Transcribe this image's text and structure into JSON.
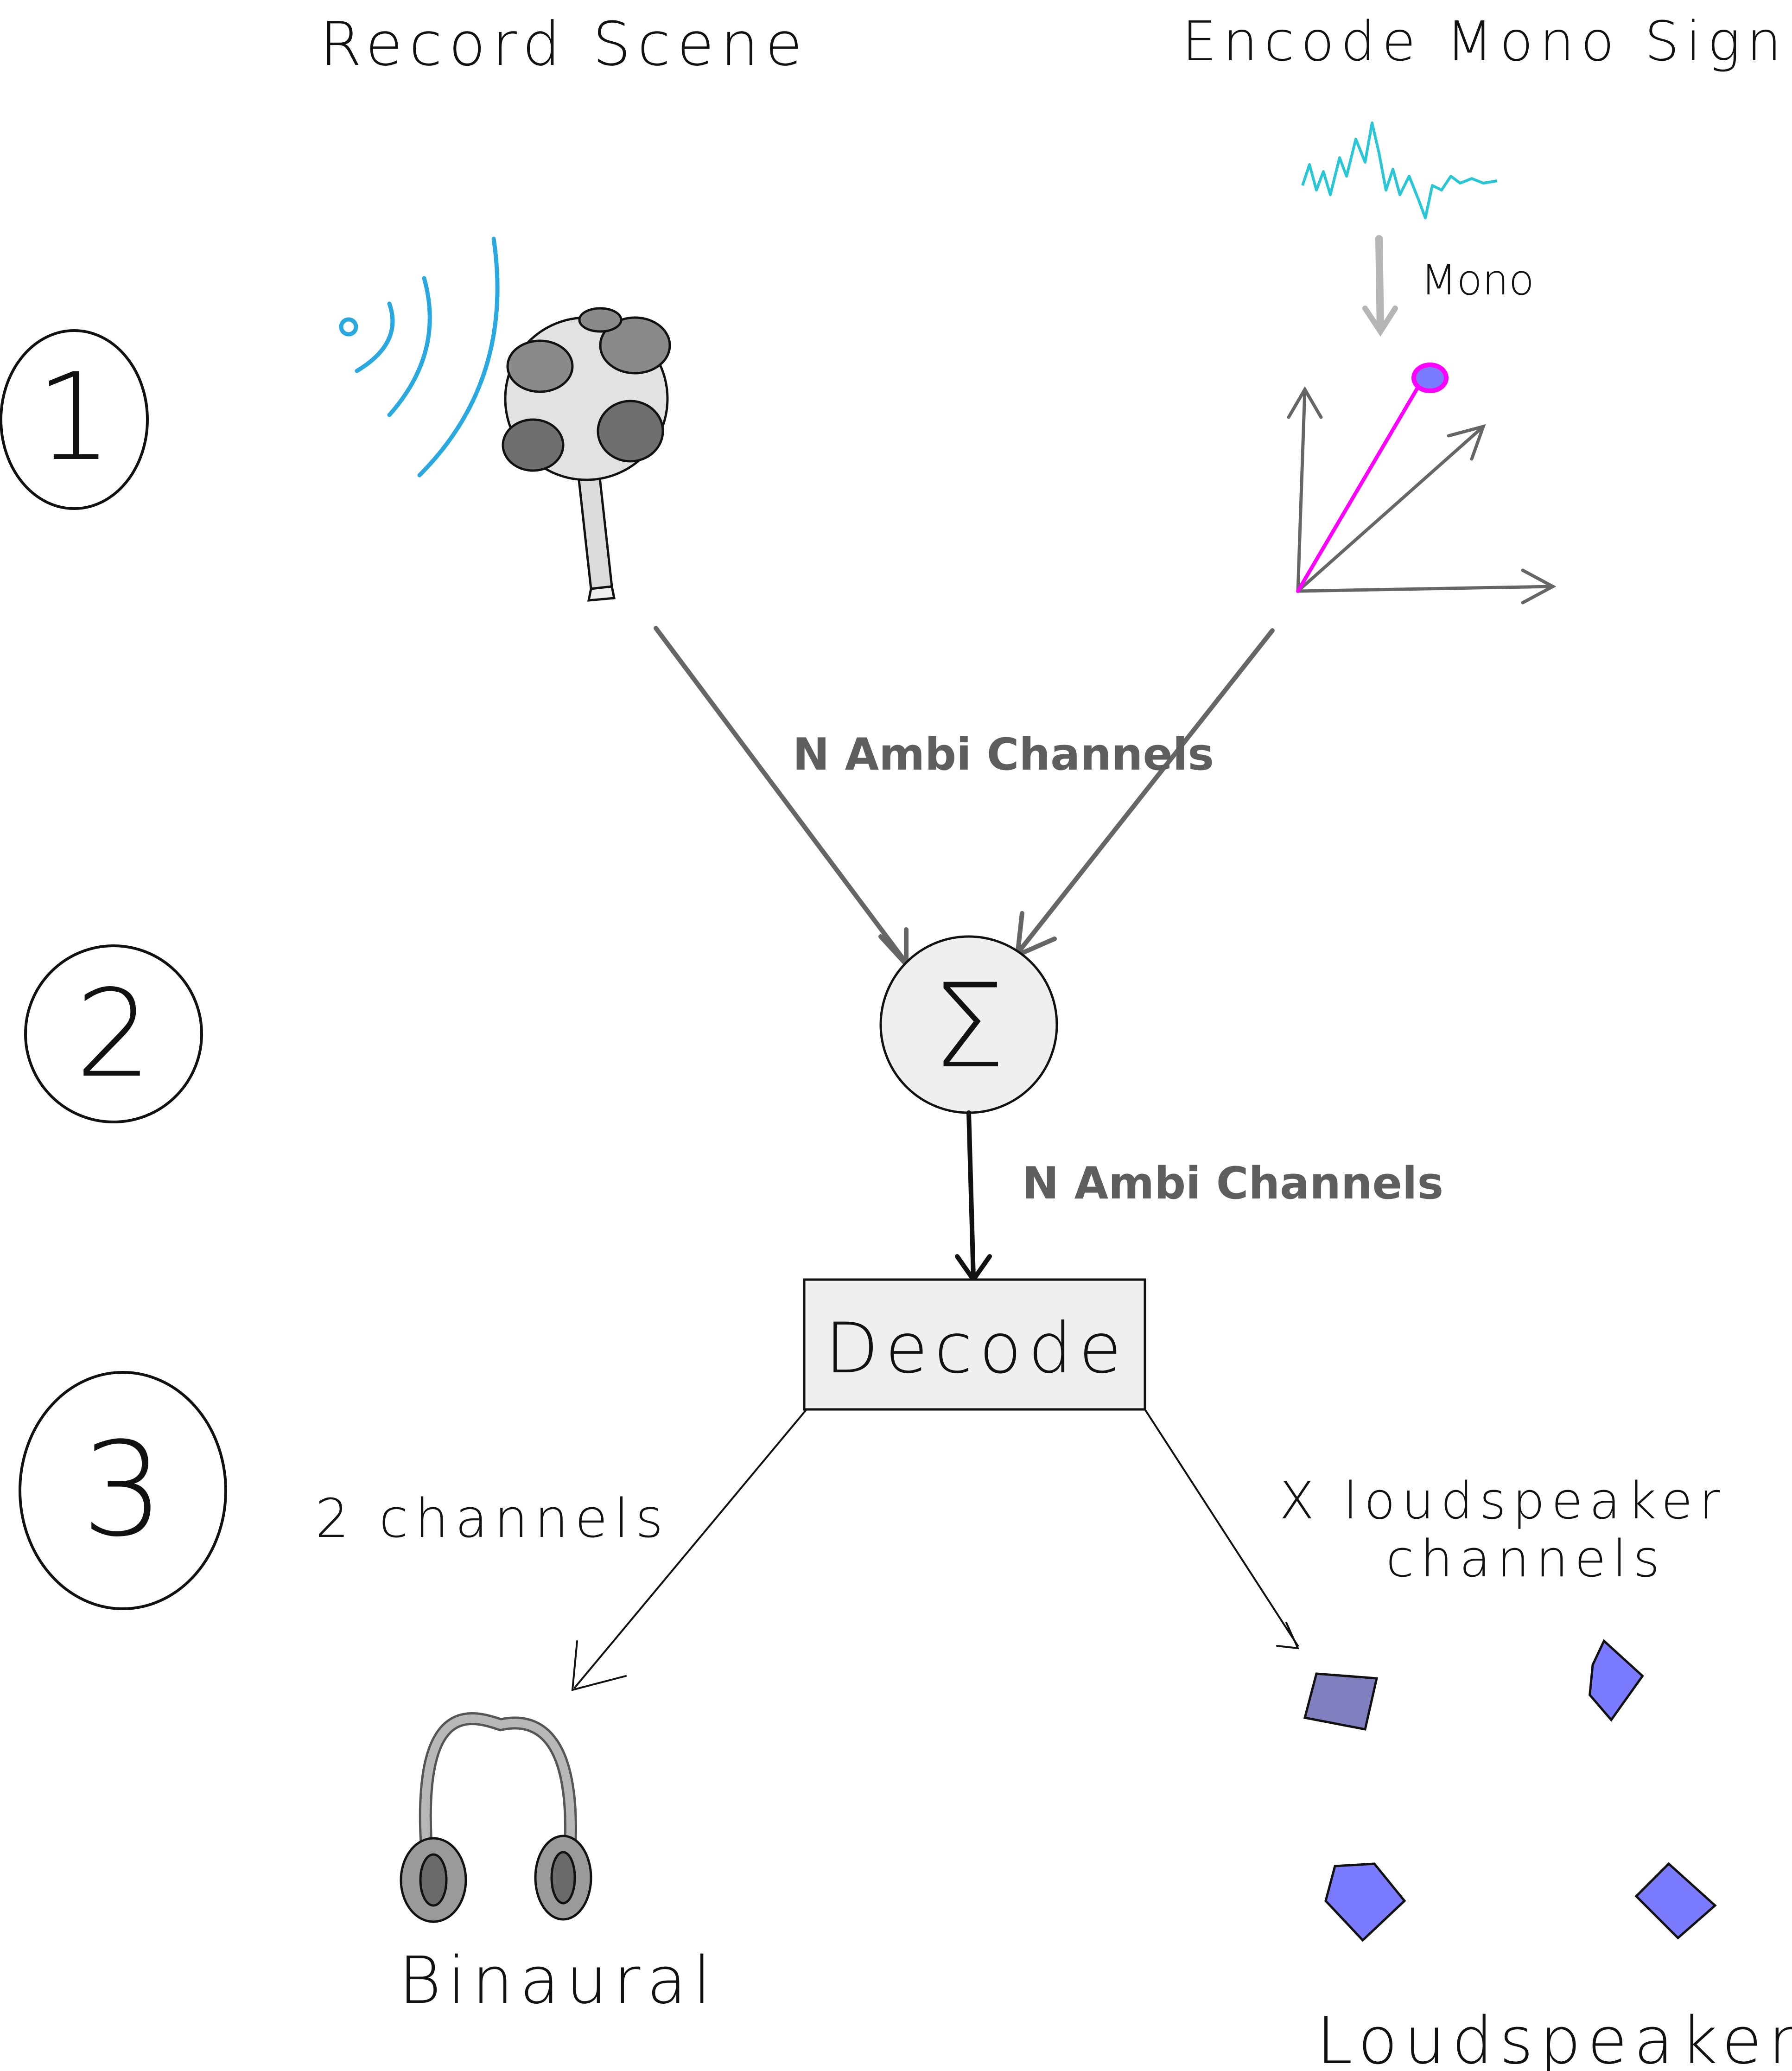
{
  "headers": {
    "record_scene": "Record Scene",
    "encode_mono": "Encode Mono Signals"
  },
  "steps": [
    "1",
    "2",
    "3"
  ],
  "labels": {
    "mono": "Mono",
    "ambi_channels_top": "N Ambi Channels",
    "ambi_channels_bottom": "N Ambi Channels",
    "decode": "Decode",
    "sum_symbol": "Σ",
    "two_channels": "2 channels",
    "loudspeaker_channels_line1": "X loudspeaker",
    "loudspeaker_channels_line2": "channels",
    "binaural": "Binaural",
    "loudspeakers": "Loudspeakers"
  },
  "colors": {
    "sound_waves": "#2aa8e0",
    "mono_waveform": "#29c6d6",
    "encode_vector": "#ff00ff",
    "speaker_fill": "#7b7bff",
    "speaker_fill_dark": "#7f7fbf",
    "arrow_gray": "#666666",
    "box_fill": "#efefef"
  },
  "icons": {
    "microphone": "ambisonic-microphone-icon",
    "headphones": "headphones-icon",
    "speaker": "loudspeaker-icon",
    "axes": "coordinate-axes-icon",
    "waveform": "waveform-icon",
    "waves": "sound-waves-icon"
  }
}
